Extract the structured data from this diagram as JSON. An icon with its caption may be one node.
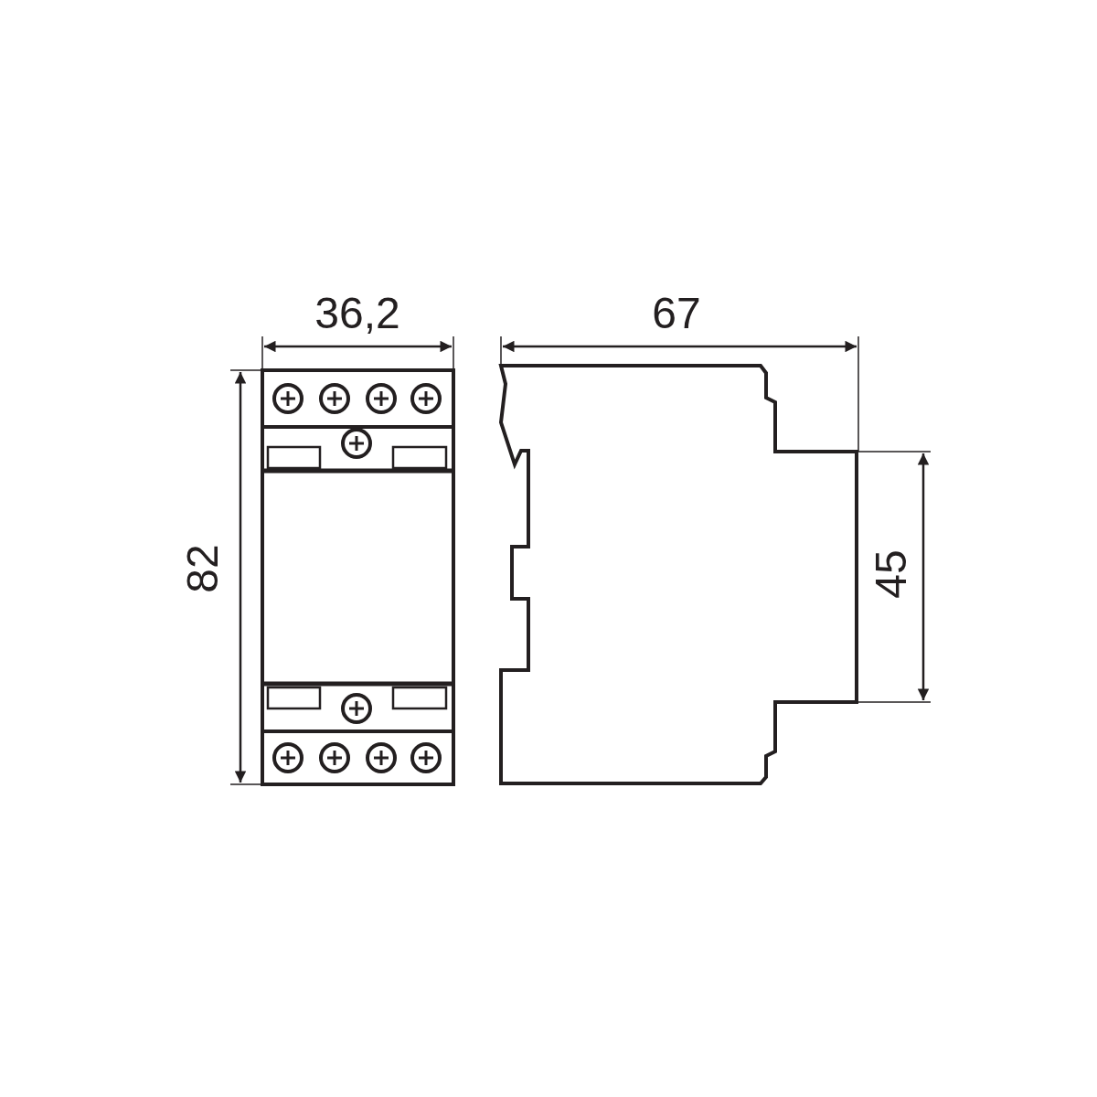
{
  "diagram": {
    "labels": [
      "36,2",
      "67",
      "82",
      "45"
    ]
  }
}
